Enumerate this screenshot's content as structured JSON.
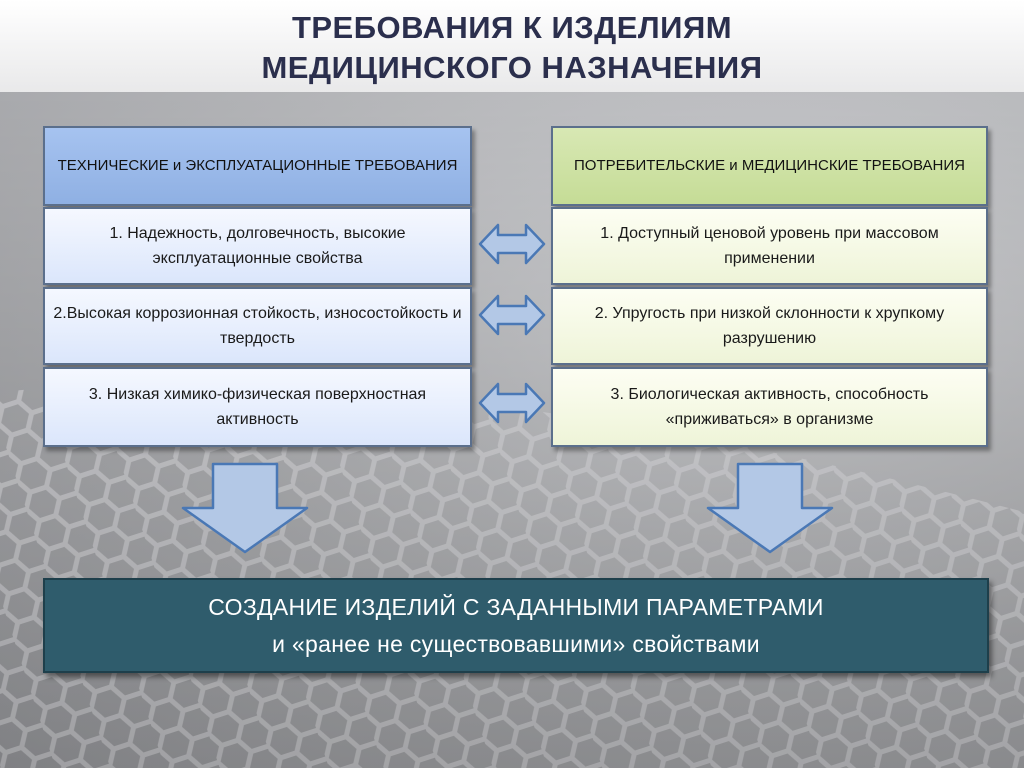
{
  "title": {
    "line1": "ТРЕБОВАНИЯ К ИЗДЕЛИЯМ",
    "line2": "МЕДИЦИНСКОГО НАЗНАЧЕНИЯ"
  },
  "left_column": {
    "header": "ТЕХНИЧЕСКИЕ и ЭКСПЛУАТАЦИОННЫЕ ТРЕБОВАНИЯ",
    "items": [
      "1.    Надежность, долговечность, высокие эксплуатационные свойства",
      "2.Высокая коррозионная стойкость, износостойкость  и  твердость",
      "3. Низкая химико-физическая поверхностная активность"
    ]
  },
  "right_column": {
    "header": "ПОТРЕБИТЕЛЬСКИЕ и МЕДИЦИНСКИЕ ТРЕБОВАНИЯ",
    "items": [
      "1. Доступный ценовой уровень при массовом применении",
      "2. Упругость при низкой склонности к хрупкому разрушению",
      "3. Биологическая активность, способность «приживаться» в организме"
    ]
  },
  "result": {
    "line1": "СОЗДАНИЕ ИЗДЕЛИЙ С ЗАДАННЫМИ ПАРАМЕТРАМИ",
    "line2": "и  «ранее не существовавшими» свойствами"
  },
  "colors": {
    "arrow_fill": "#b3c8e6",
    "arrow_stroke": "#4a78b5",
    "result_bg": "#2f5c6c"
  }
}
